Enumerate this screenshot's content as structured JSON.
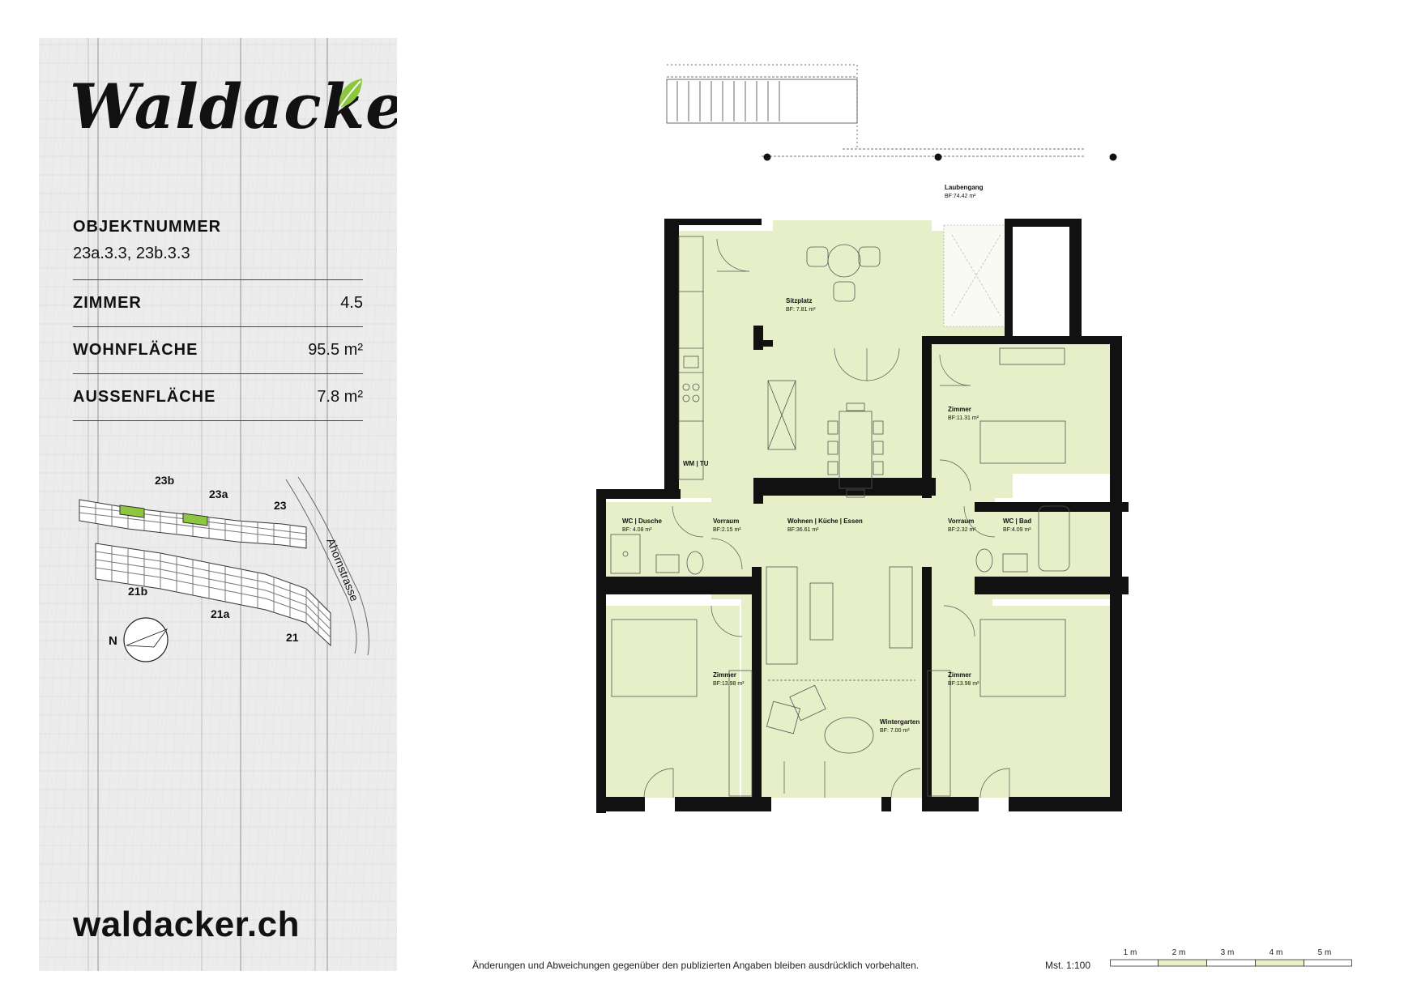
{
  "brand": {
    "logo": "Waldacker",
    "site": "waldacker.ch"
  },
  "colors": {
    "room": "#e6efc8",
    "wall": "#111111",
    "accent": "#8dc63f",
    "panel": "#ececec"
  },
  "object": {
    "label": "OBJEKTNUMMER",
    "value": "23a.3.3, 23b.3.3"
  },
  "specs": [
    {
      "label": "ZIMMER",
      "value": "4.5"
    },
    {
      "label": "WOHNFLÄCHE",
      "value": "95.5 m²"
    },
    {
      "label": "AUSSENFLÄCHE",
      "value": "7.8 m²"
    }
  ],
  "site_map": {
    "labels": [
      "23b",
      "23a",
      "23",
      "21b",
      "21a",
      "21"
    ],
    "street": "Ahornstrasse",
    "north": "N"
  },
  "rooms": [
    {
      "name": "Laubengang",
      "area": "BF:74.42 m²"
    },
    {
      "name": "Sitzplatz",
      "area": "BF: 7.81 m²"
    },
    {
      "name": "WM | TU",
      "area": ""
    },
    {
      "name": "Zimmer",
      "area": "BF:11.31 m²"
    },
    {
      "name": "WC | Dusche",
      "area": "BF: 4.08 m²"
    },
    {
      "name": "Vorraum",
      "area": "BF:2.15 m²"
    },
    {
      "name": "Wohnen | Küche | Essen",
      "area": "BF:36.61 m²"
    },
    {
      "name": "Vorraum",
      "area": "BF:2.32 m²"
    },
    {
      "name": "WC | Bad",
      "area": "BF:4.09 m²"
    },
    {
      "name": "Zimmer",
      "area": "BF:13.98 m²"
    },
    {
      "name": "Zimmer",
      "area": "BF:13.98 m²"
    },
    {
      "name": "Wintergarten",
      "area": "BF: 7.00 m²"
    }
  ],
  "footer": {
    "disclaimer": "Änderungen und Abweichungen gegenüber den publizierten Angaben bleiben ausdrücklich vorbehalten.",
    "scale_label": "Mst. 1:100",
    "scale_ticks": [
      "1 m",
      "2 m",
      "3 m",
      "4 m",
      "5 m"
    ]
  }
}
